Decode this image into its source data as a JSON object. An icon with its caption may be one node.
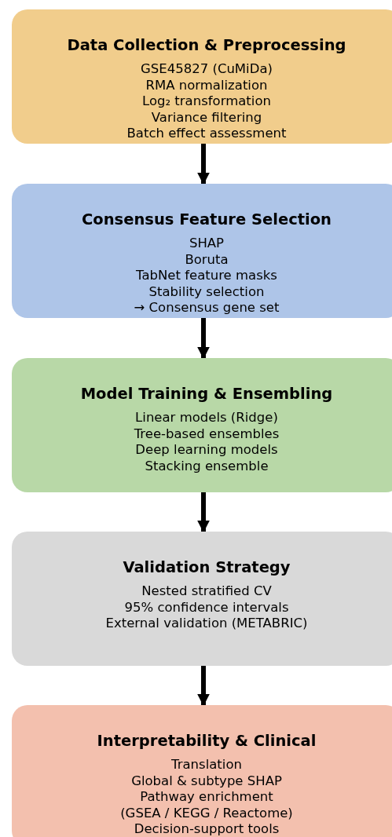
{
  "diagram": {
    "nodes": [
      {
        "text": [
          "Data Collection & Preprocessing",
          "GSE45827 (CuMiDa)",
          "RMA normalization",
          "Log₂ transformation",
          "Variance filtering",
          "Batch effect assessment"
        ]
      },
      {
        "text": [
          "Consensus Feature Selection",
          "SHAP",
          "Boruta",
          "TabNet feature masks",
          "Stability selection",
          "→ Consensus gene set"
        ]
      },
      {
        "text": [
          "Model Training & Ensembling",
          "Linear models (Ridge)",
          "Tree-based ensembles",
          "Deep learning models",
          "Stacking ensemble"
        ]
      },
      {
        "text": [
          "Validation Strategy",
          "Nested stratified CV",
          "95% confidence intervals",
          "External validation (METABRIC)"
        ]
      },
      {
        "text": [
          "Interpretability & Clinical",
          "Translation",
          "Global & subtype SHAP",
          "Pathway enrichment",
          "(GSEA / KEGG / Reactome)",
          "Decision-support tools"
        ]
      }
    ],
    "edges": [
      {
        "from": 0,
        "to": 1,
        "arrow": "to"
      },
      {
        "from": 1,
        "to": 2,
        "arrow": "to"
      },
      {
        "from": 2,
        "to": 3,
        "arrow": "to"
      },
      {
        "from": 3,
        "to": 4,
        "arrow": "to"
      }
    ]
  }
}
